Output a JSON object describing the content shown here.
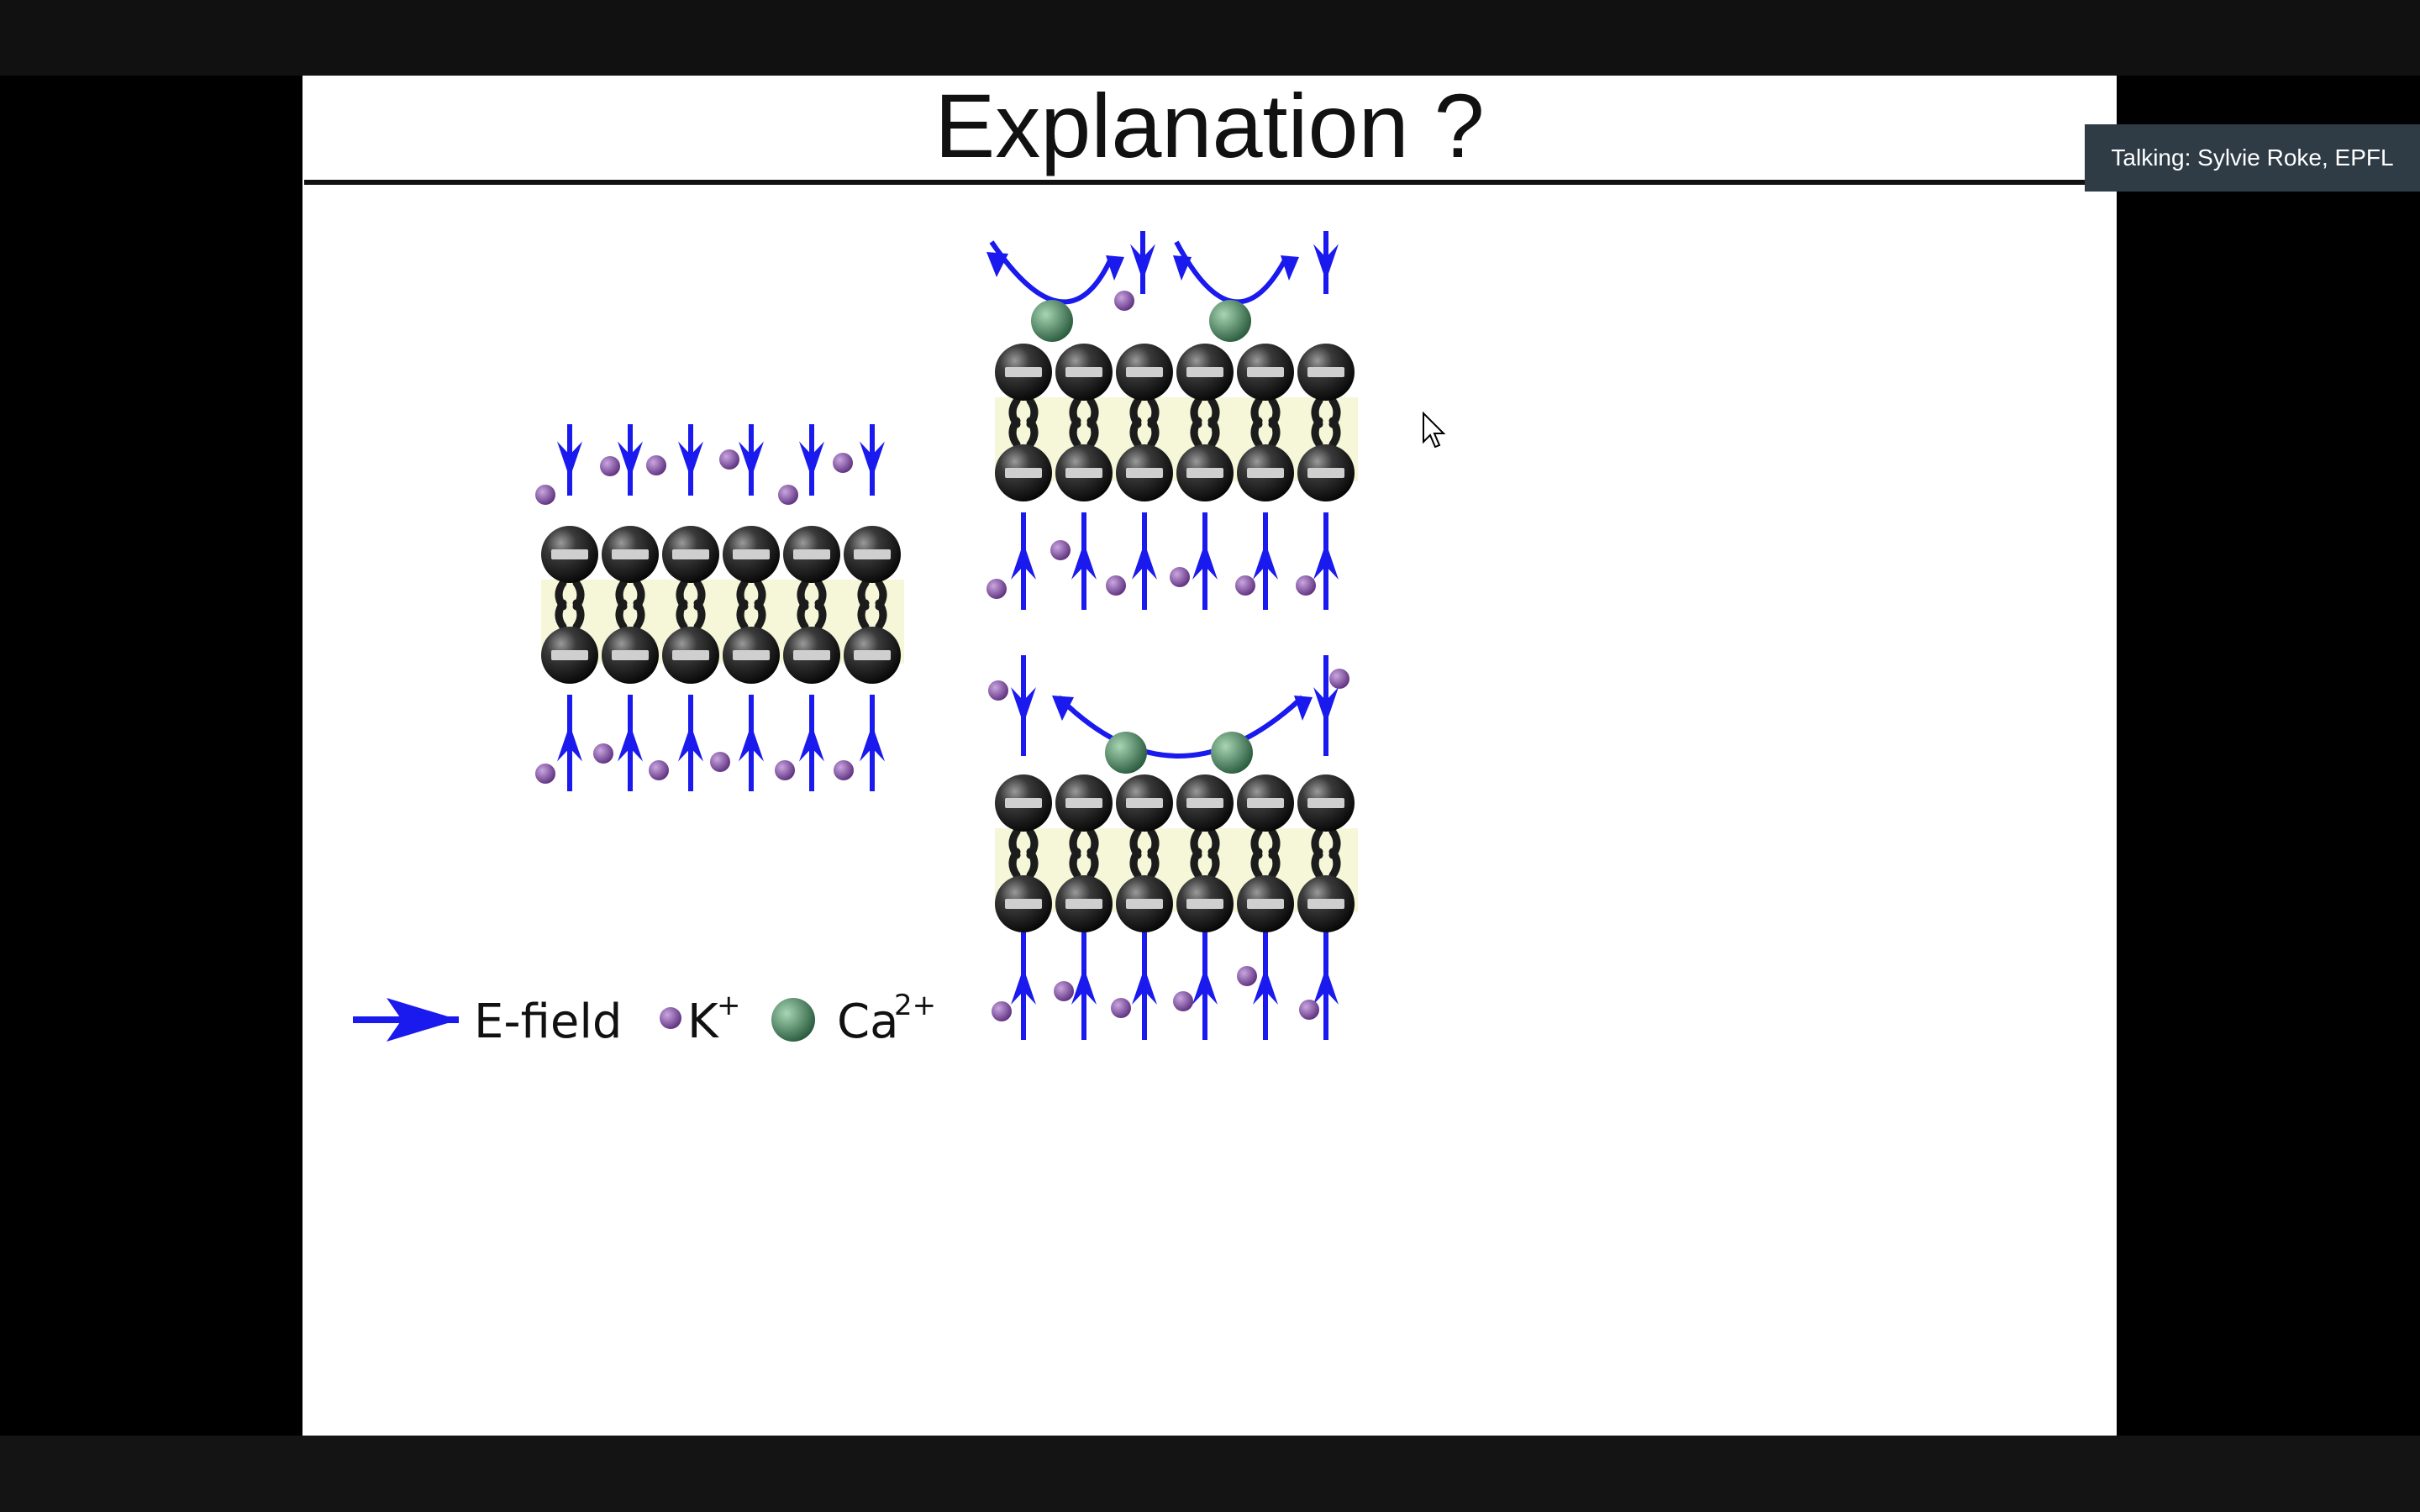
{
  "slide": {
    "title": "Explanation ?"
  },
  "legend": {
    "efield_label": "E-field",
    "k_label": "K",
    "k_sup": "+",
    "ca_label": "Ca",
    "ca_sup": "2+"
  },
  "speaker_badge": {
    "text": "Talking: Sylvie Roke, EPFL"
  },
  "controls": [
    {
      "icon": "previous-icon"
    },
    {
      "icon": "next-icon"
    },
    {
      "icon": "pen-icon"
    },
    {
      "icon": "slides-grid-icon"
    },
    {
      "icon": "zoom-icon"
    },
    {
      "icon": "more-icon"
    }
  ],
  "colors": {
    "field_blue": "#1a1aee",
    "k_ion": "#7a4a9a",
    "ca_ion": "#3e7a58",
    "headgroup": "#2a2a2a",
    "tail_band": "#f6f6d8"
  }
}
